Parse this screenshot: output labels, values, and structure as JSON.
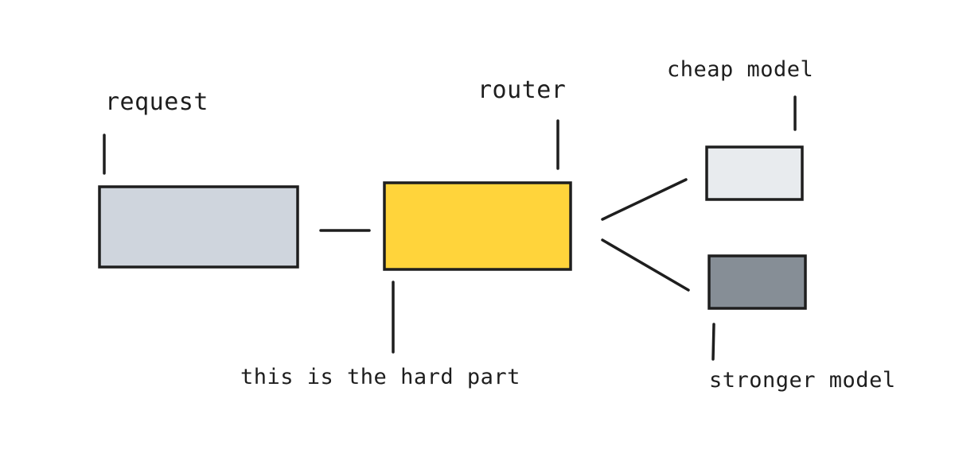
{
  "diagram": {
    "nodes": {
      "request": {
        "label": "request",
        "fill": "#cfd5dd"
      },
      "router": {
        "label": "router",
        "fill": "#ffd43b"
      },
      "cheap_model": {
        "label": "cheap model",
        "fill": "#e8ebee"
      },
      "stronger_model": {
        "label": "stronger model",
        "fill": "#868e96"
      }
    },
    "annotations": {
      "router_note": "this is the hard part"
    },
    "edges": [
      {
        "from": "request",
        "to": "router"
      },
      {
        "from": "router",
        "to": "cheap_model"
      },
      {
        "from": "router",
        "to": "stronger_model"
      }
    ]
  }
}
